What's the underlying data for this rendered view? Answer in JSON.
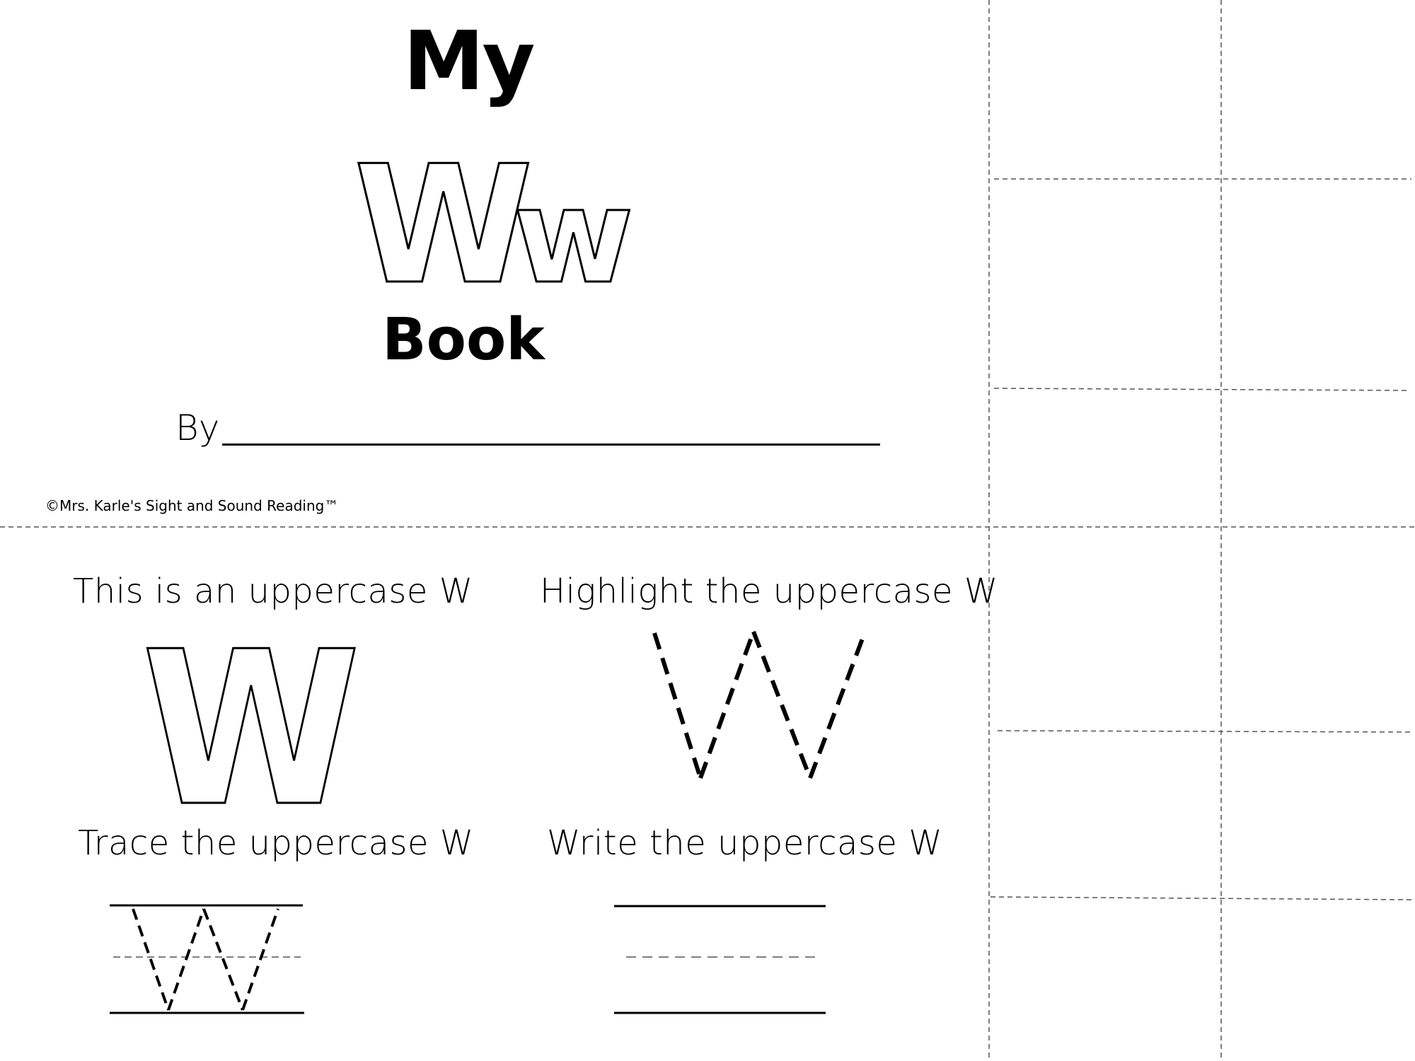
{
  "cover": {
    "title_top": "My",
    "letter_upper": "W",
    "letter_lower": "w",
    "title_bottom": "Book",
    "by_label": "By",
    "copyright": "©Mrs. Karle's Sight and Sound Reading™"
  },
  "practice": {
    "intro_prompt": "This is an uppercase W",
    "intro_letter": "W",
    "highlight_prompt": "Highlight the uppercase W",
    "highlight_letter": "W",
    "trace_prompt": "Trace the uppercase W",
    "trace_letter": "W",
    "write_prompt": "Write the uppercase W"
  },
  "colors": {
    "ink": "#000000",
    "paper": "#ffffff",
    "cut_line": "#555555"
  }
}
